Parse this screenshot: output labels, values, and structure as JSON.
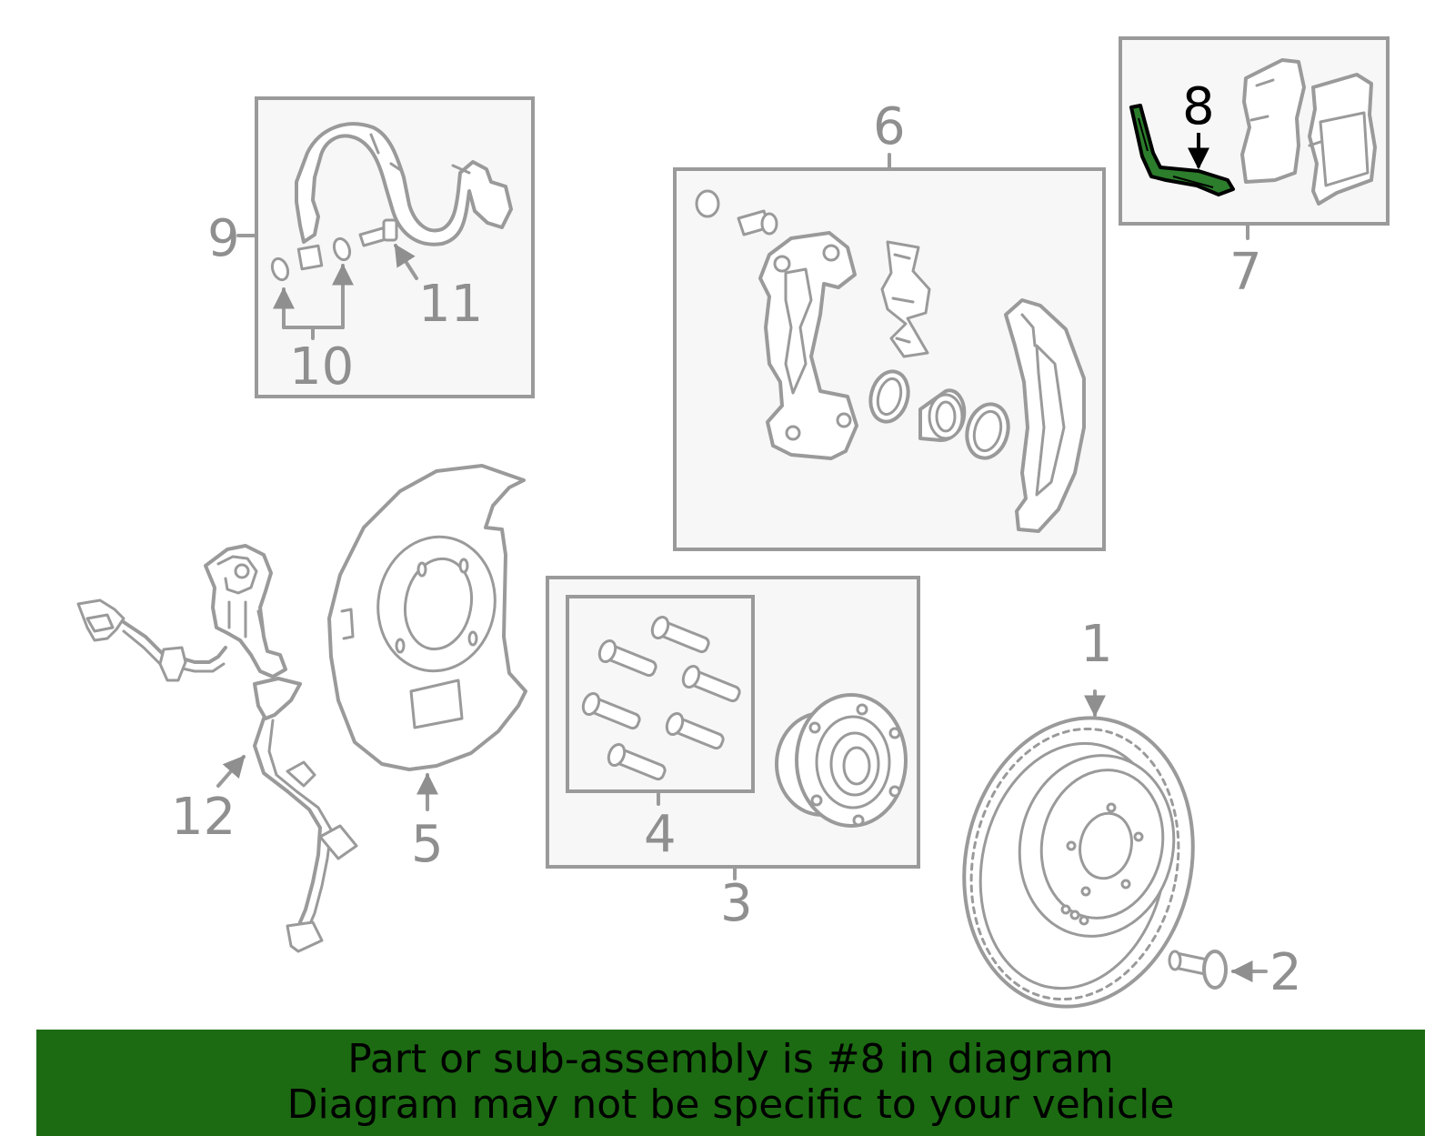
{
  "diagram": {
    "callouts": [
      "1",
      "2",
      "3",
      "4",
      "5",
      "6",
      "7",
      "8",
      "9",
      "10",
      "11",
      "12"
    ],
    "highlighted_callout": "8",
    "highlight_color": "#2c7d2c",
    "line_color": "#9a9a9a"
  },
  "banner": {
    "line1": "Part or sub-assembly is #8 in diagram",
    "line2": "Diagram may not be specific to your vehicle",
    "background_color": "#1c6b12"
  }
}
